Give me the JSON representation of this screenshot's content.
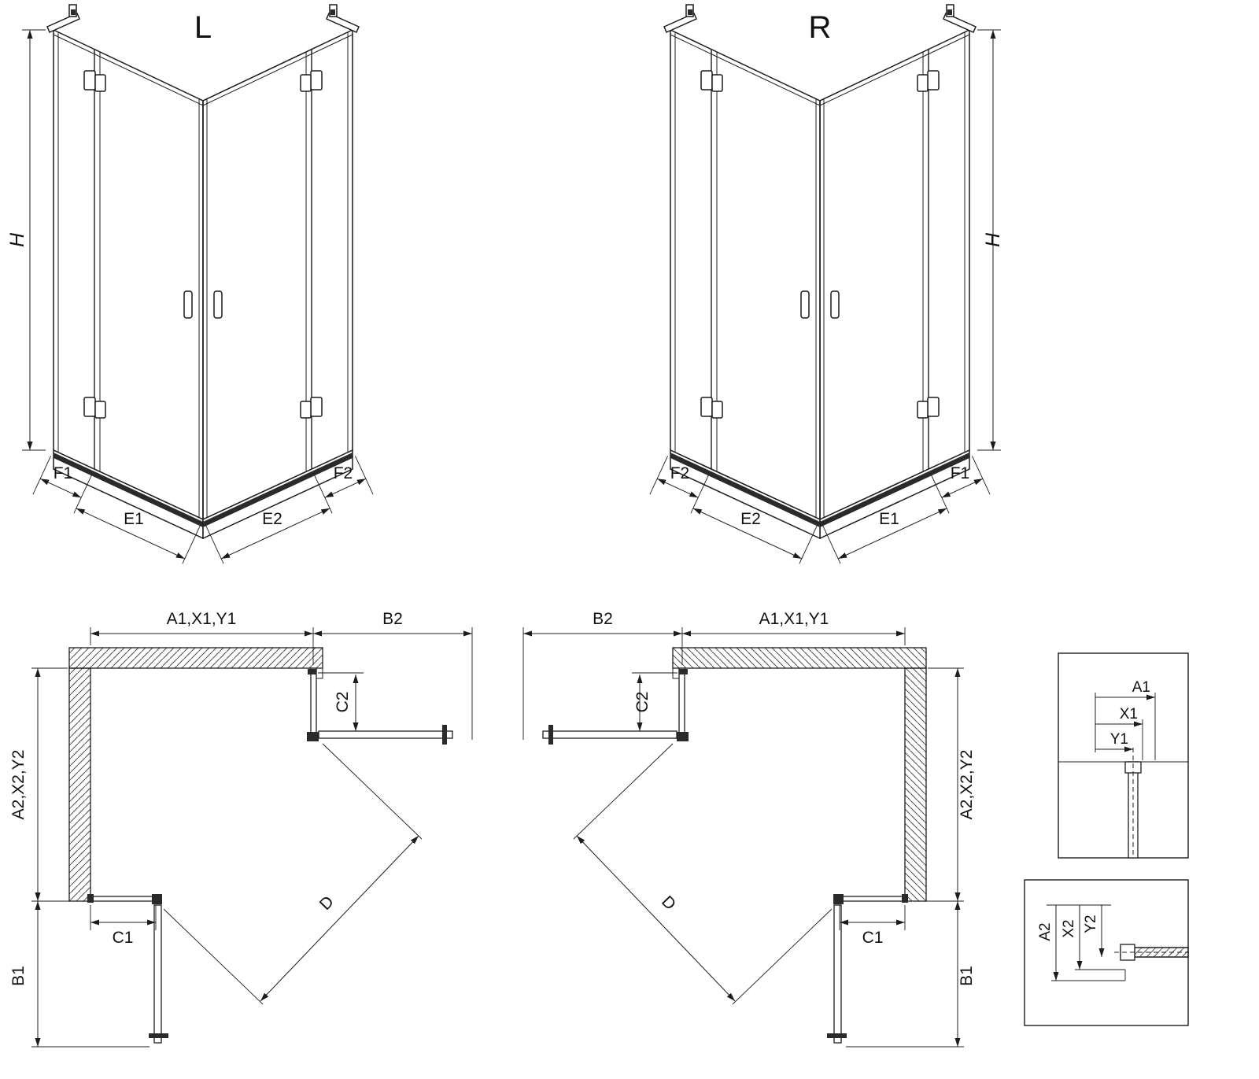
{
  "colors": {
    "line": "#1c1c1c",
    "background": "#ffffff",
    "hardware": "#2a2a2a"
  },
  "iso_left": {
    "title": "L",
    "h": "H",
    "f1": "F1",
    "e1": "E1",
    "e2": "E2",
    "f2": "F2"
  },
  "iso_right": {
    "title": "R",
    "h": "H",
    "f1": "F1",
    "e1": "E1",
    "e2": "E2",
    "f2": "F2"
  },
  "plan_left": {
    "top": "A1,X1,Y1",
    "b2": "B2",
    "c2": "C2",
    "side": "A2,X2,Y2",
    "c1": "C1",
    "b1": "B1",
    "d": "D"
  },
  "plan_right": {
    "top": "A1,X1,Y1",
    "b2": "B2",
    "c2": "C2",
    "side": "A2,X2,Y2",
    "c1": "C1",
    "b1": "B1",
    "d": "D"
  },
  "detail_top": {
    "a1": "A1",
    "x1": "X1",
    "y1": "Y1"
  },
  "detail_bottom": {
    "a2": "A2",
    "x2": "X2",
    "y2": "Y2"
  }
}
